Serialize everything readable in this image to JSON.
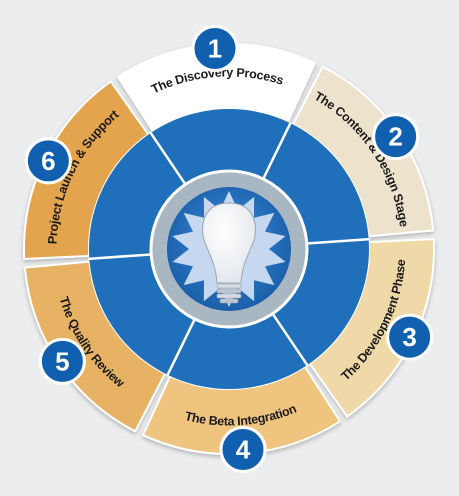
{
  "diagram": {
    "stages": [
      {
        "number": "1",
        "label": "The Discovery Process",
        "color": "#ffffff"
      },
      {
        "number": "2",
        "label": "The Content & Design Stage",
        "color": "#ede2cc"
      },
      {
        "number": "3",
        "label": "The Development Phase",
        "color": "#f0d9a8"
      },
      {
        "number": "4",
        "label": "The Beta Integration",
        "color": "#efc47f"
      },
      {
        "number": "5",
        "label": "The Quality Review",
        "color": "#e8b265"
      },
      {
        "number": "6",
        "label": "Project Launch & Support",
        "color": "#e4a34d"
      }
    ],
    "colors": {
      "background": "#ecedef",
      "inner_ring": "#1f6fba",
      "badge": "#1160b0",
      "hub": "#a9b7c3",
      "hub_core": "#1f6fba",
      "starburst": "#c6d7f0",
      "divider": "#ffffff"
    },
    "center_icon": "light-bulb-icon"
  }
}
